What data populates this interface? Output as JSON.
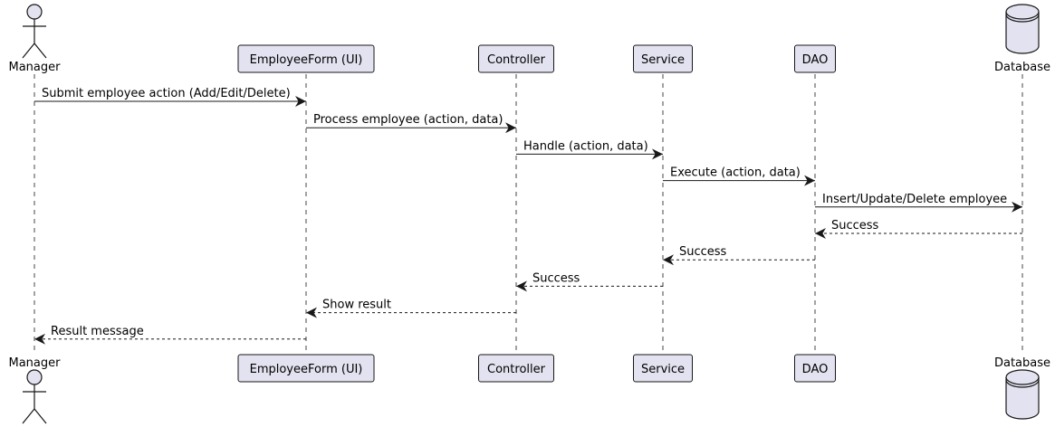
{
  "diagram": {
    "type": "sequence",
    "participants": [
      {
        "id": "manager",
        "label": "Manager",
        "kind": "actor"
      },
      {
        "id": "form",
        "label": "EmployeeForm (UI)",
        "kind": "participant"
      },
      {
        "id": "controller",
        "label": "Controller",
        "kind": "participant"
      },
      {
        "id": "service",
        "label": "Service",
        "kind": "participant"
      },
      {
        "id": "dao",
        "label": "DAO",
        "kind": "participant"
      },
      {
        "id": "database",
        "label": "Database",
        "kind": "database"
      }
    ],
    "messages": [
      {
        "from": "manager",
        "to": "form",
        "label": "Submit employee action (Add/Edit/Delete)",
        "style": "solid"
      },
      {
        "from": "form",
        "to": "controller",
        "label": "Process employee (action, data)",
        "style": "solid"
      },
      {
        "from": "controller",
        "to": "service",
        "label": "Handle (action, data)",
        "style": "solid"
      },
      {
        "from": "service",
        "to": "dao",
        "label": "Execute (action, data)",
        "style": "solid"
      },
      {
        "from": "dao",
        "to": "database",
        "label": "Insert/Update/Delete employee",
        "style": "solid"
      },
      {
        "from": "database",
        "to": "dao",
        "label": "Success",
        "style": "dashed"
      },
      {
        "from": "dao",
        "to": "service",
        "label": "Success",
        "style": "dashed"
      },
      {
        "from": "service",
        "to": "controller",
        "label": "Success",
        "style": "dashed"
      },
      {
        "from": "controller",
        "to": "form",
        "label": "Show result",
        "style": "dashed"
      },
      {
        "from": "form",
        "to": "manager",
        "label": "Result message",
        "style": "dashed"
      }
    ]
  }
}
